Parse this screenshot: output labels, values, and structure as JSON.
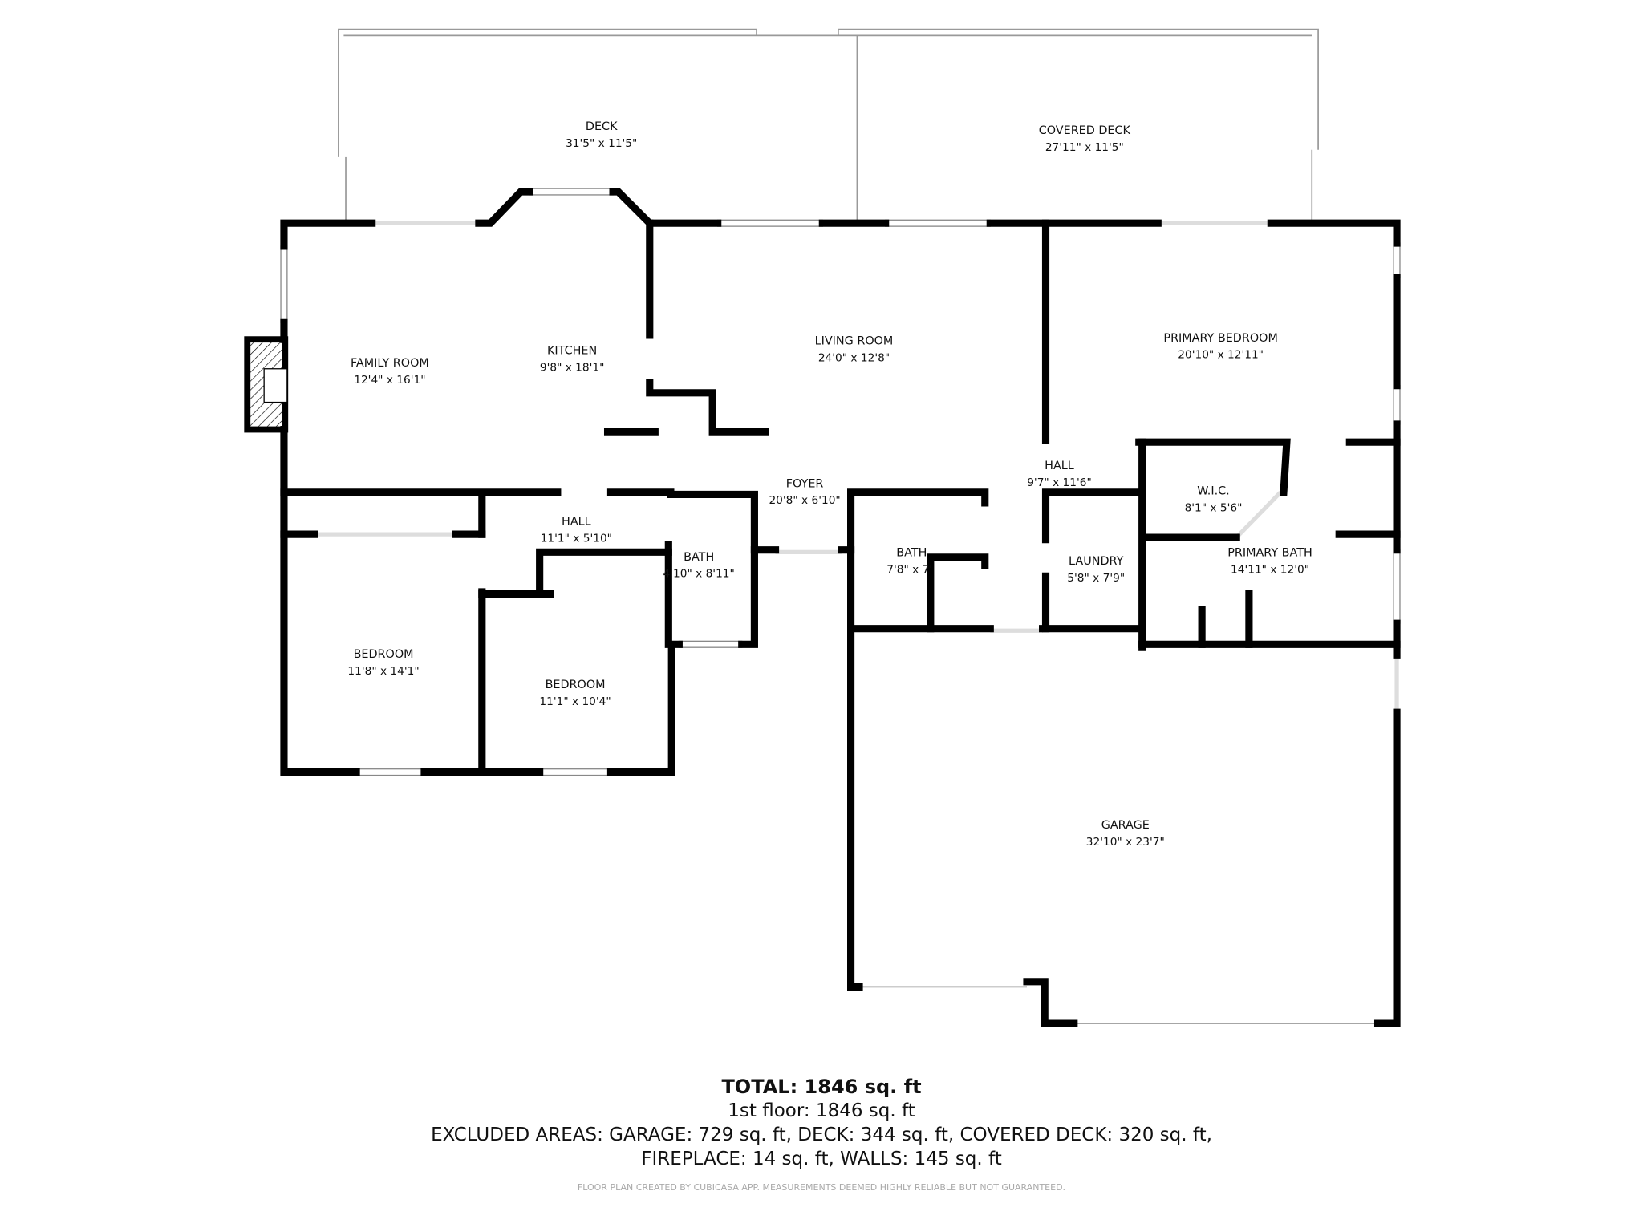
{
  "rooms": [
    {
      "name": "DECK",
      "dims": "31'5\" x 11'5\""
    },
    {
      "name": "COVERED DECK",
      "dims": "27'11\" x 11'5\""
    },
    {
      "name": "FAMILY ROOM",
      "dims": "12'4\" x 16'1\""
    },
    {
      "name": "KITCHEN",
      "dims": "9'8\" x 18'1\""
    },
    {
      "name": "LIVING ROOM",
      "dims": "24'0\" x 12'8\""
    },
    {
      "name": "PRIMARY BEDROOM",
      "dims": "20'10\" x 12'11\""
    },
    {
      "name": "FOYER",
      "dims": "20'8\" x 6'10\""
    },
    {
      "name": "HALL",
      "dims": "9'7\" x 11'6\""
    },
    {
      "name": "W.I.C.",
      "dims": "8'1\" x 5'6\""
    },
    {
      "name": "HALL",
      "dims": "11'1\" x 5'10\""
    },
    {
      "name": "BATH",
      "dims": "4'10\" x 8'11\""
    },
    {
      "name": "BATH",
      "dims": "7'8\" x 7'"
    },
    {
      "name": "LAUNDRY",
      "dims": "5'8\" x 7'9\""
    },
    {
      "name": "PRIMARY BATH",
      "dims": "14'11\" x 12'0\""
    },
    {
      "name": "BEDROOM",
      "dims": "11'8\" x 14'1\""
    },
    {
      "name": "BEDROOM",
      "dims": "11'1\" x 10'4\""
    },
    {
      "name": "GARAGE",
      "dims": "32'10\" x 23'7\""
    }
  ],
  "summary": {
    "total": "TOTAL: 1846 sq. ft",
    "floor": "1st floor: 1846 sq. ft",
    "excluded_1": "EXCLUDED AREAS: GARAGE: 729 sq. ft, DECK: 344 sq. ft, COVERED DECK: 320 sq. ft,",
    "excluded_2": "FIREPLACE: 14 sq. ft, WALLS: 145 sq. ft",
    "credit": "FLOOR PLAN CREATED BY CUBICASA APP. MEASUREMENTS DEEMED HIGHLY RELIABLE BUT NOT GUARANTEED."
  }
}
